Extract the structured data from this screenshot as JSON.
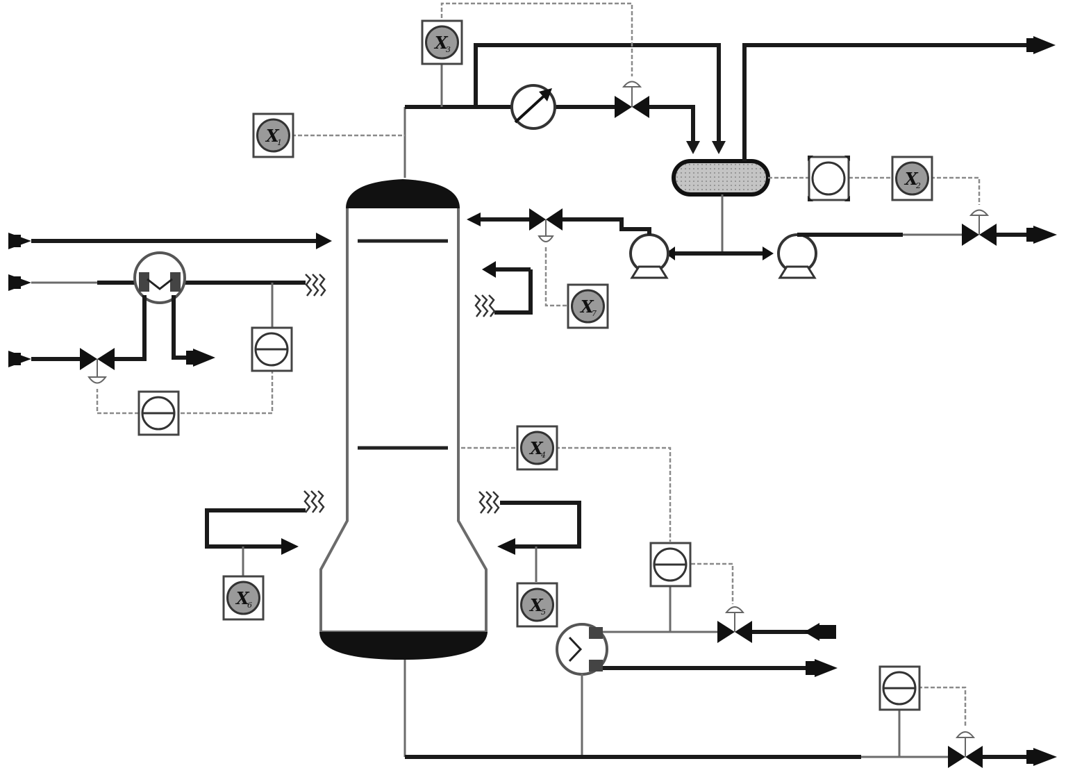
{
  "diagram": {
    "type": "process-flow-diagram",
    "equipment": {
      "column": "distillation-column",
      "condenser": "overhead-condenser",
      "reflux_drum": "reflux-drum",
      "reflux_pumps": 2,
      "feed_preheater": "feed-preheater",
      "reboiler": "reboiler"
    },
    "composition_analyzers": [
      {
        "symbol": "X",
        "subscript": "3"
      },
      {
        "symbol": "X",
        "subscript": "1"
      },
      {
        "symbol": "X",
        "subscript": "2"
      },
      {
        "symbol": "X",
        "subscript": "7"
      },
      {
        "symbol": "X",
        "subscript": "4"
      },
      {
        "symbol": "X",
        "subscript": "6"
      },
      {
        "symbol": "X",
        "subscript": "5"
      }
    ],
    "controller_count": 5,
    "valve_count": 6,
    "colors": {
      "pipe": "#1a1a1a",
      "line": "#6b6b6b",
      "signal": "#8a8a8a",
      "analyzer_fill": "#9a9a9a",
      "drum_fill": "#bdbdbd"
    }
  }
}
